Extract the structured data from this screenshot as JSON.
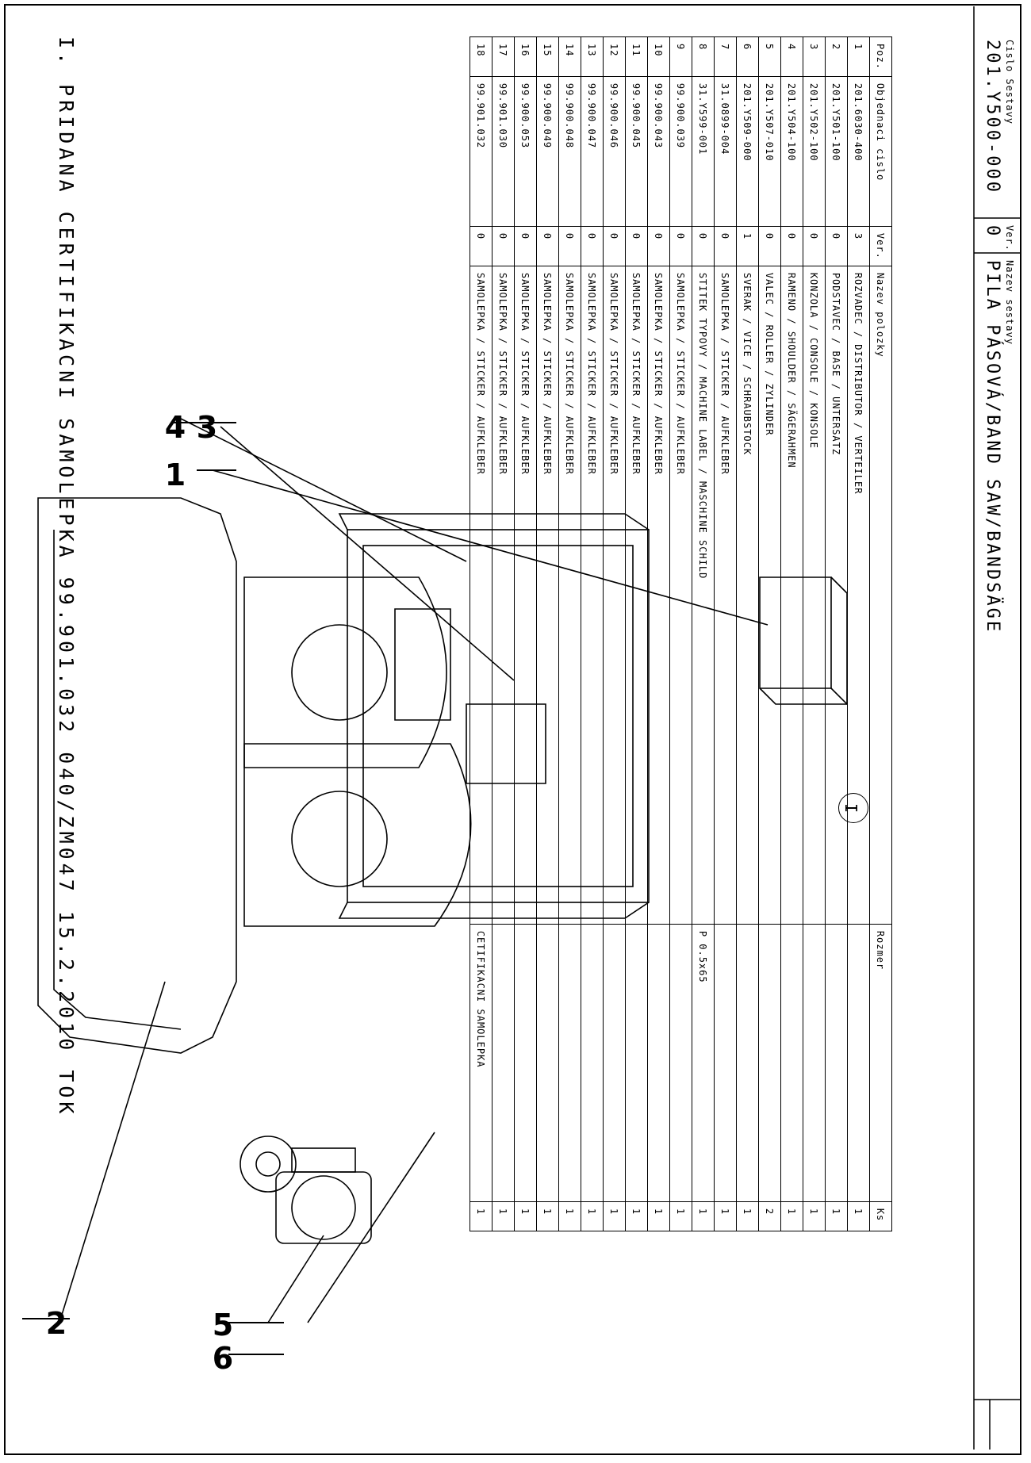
{
  "header": {
    "assembly_no_label": "Cislo Sestavy",
    "assembly_no": "201.Y500-000",
    "ver_label": "Ver.",
    "ver": "0",
    "name_label": "Nazev sestavy",
    "name": "PILA PÁSOVÁ/BAND SAW/BANDSÄGE"
  },
  "bom": {
    "columns": [
      "Poz.",
      "Objednaci cislo",
      "Ver.",
      "Nazev polozky",
      "Rozmer",
      "Ks"
    ],
    "rows": [
      {
        "poz": "1",
        "obj": "201.6030-400",
        "ver": "3",
        "naz": "ROZVADEC / DISTRIBUTOR / VERTEILER",
        "roz": "",
        "ks": "1"
      },
      {
        "poz": "2",
        "obj": "201.Y501-100",
        "ver": "0",
        "naz": "PODSTAVEC / BASE / UNTERSATZ",
        "roz": "",
        "ks": "1"
      },
      {
        "poz": "3",
        "obj": "201.Y502-100",
        "ver": "0",
        "naz": "KONZOLA / CONSOLE / KONSOLE",
        "roz": "",
        "ks": "1"
      },
      {
        "poz": "4",
        "obj": "201.Y504-100",
        "ver": "0",
        "naz": "RAMENO / SHOULDER / SÄGERAHMEN",
        "roz": "",
        "ks": "1"
      },
      {
        "poz": "5",
        "obj": "201.Y507-010",
        "ver": "0",
        "naz": "VALEC / ROLLER / ZYLINDER",
        "roz": "",
        "ks": "2"
      },
      {
        "poz": "6",
        "obj": "201.Y509-000",
        "ver": "1",
        "naz": "SVERAK / VICE / SCHRAUBSTOCK",
        "roz": "",
        "ks": "1"
      },
      {
        "poz": "7",
        "obj": "31.0899-004",
        "ver": "0",
        "naz": "SAMOLEPKA / STICKER / AUFKLEBER",
        "roz": "",
        "ks": "1"
      },
      {
        "poz": "8",
        "obj": "31.Y599-001",
        "ver": "0",
        "naz": "STITEK TYPOVY / MACHINE LABEL / MASCHINE SCHILD",
        "roz": "P 0.5x65",
        "ks": "1"
      },
      {
        "poz": "9",
        "obj": "99.900.039",
        "ver": "0",
        "naz": "SAMOLEPKA / STICKER / AUFKLEBER",
        "roz": "",
        "ks": "1"
      },
      {
        "poz": "10",
        "obj": "99.900.043",
        "ver": "0",
        "naz": "SAMOLEPKA / STICKER / AUFKLEBER",
        "roz": "",
        "ks": "1"
      },
      {
        "poz": "11",
        "obj": "99.900.045",
        "ver": "0",
        "naz": "SAMOLEPKA / STICKER / AUFKLEBER",
        "roz": "",
        "ks": "1"
      },
      {
        "poz": "12",
        "obj": "99.900.046",
        "ver": "0",
        "naz": "SAMOLEPKA / STICKER / AUFKLEBER",
        "roz": "",
        "ks": "1"
      },
      {
        "poz": "13",
        "obj": "99.900.047",
        "ver": "0",
        "naz": "SAMOLEPKA / STICKER / AUFKLEBER",
        "roz": "",
        "ks": "1"
      },
      {
        "poz": "14",
        "obj": "99.900.048",
        "ver": "0",
        "naz": "SAMOLEPKA / STICKER / AUFKLEBER",
        "roz": "",
        "ks": "1"
      },
      {
        "poz": "15",
        "obj": "99.900.049",
        "ver": "0",
        "naz": "SAMOLEPKA / STICKER / AUFKLEBER",
        "roz": "",
        "ks": "1"
      },
      {
        "poz": "16",
        "obj": "99.900.053",
        "ver": "0",
        "naz": "SAMOLEPKA / STICKER / AUFKLEBER",
        "roz": "",
        "ks": "1"
      },
      {
        "poz": "17",
        "obj": "99.901.030",
        "ver": "0",
        "naz": "SAMOLEPKA / STICKER / AUFKLEBER",
        "roz": "",
        "ks": "1"
      },
      {
        "poz": "18",
        "obj": "99.901.032",
        "ver": "0",
        "naz": "SAMOLEPKA / STICKER / AUFKLEBER",
        "roz": "CETIFIKACNI SAMOLEPKA",
        "ks": "1"
      }
    ]
  },
  "revision_mark": "I",
  "revision_note": "I. PRIDANA CERTIFIKACNI SAMOLEPKA 99.901.032 040/ZM047 15.2.2010   TOK",
  "callouts": [
    "5",
    "6",
    "2",
    "3",
    "4",
    "1"
  ]
}
